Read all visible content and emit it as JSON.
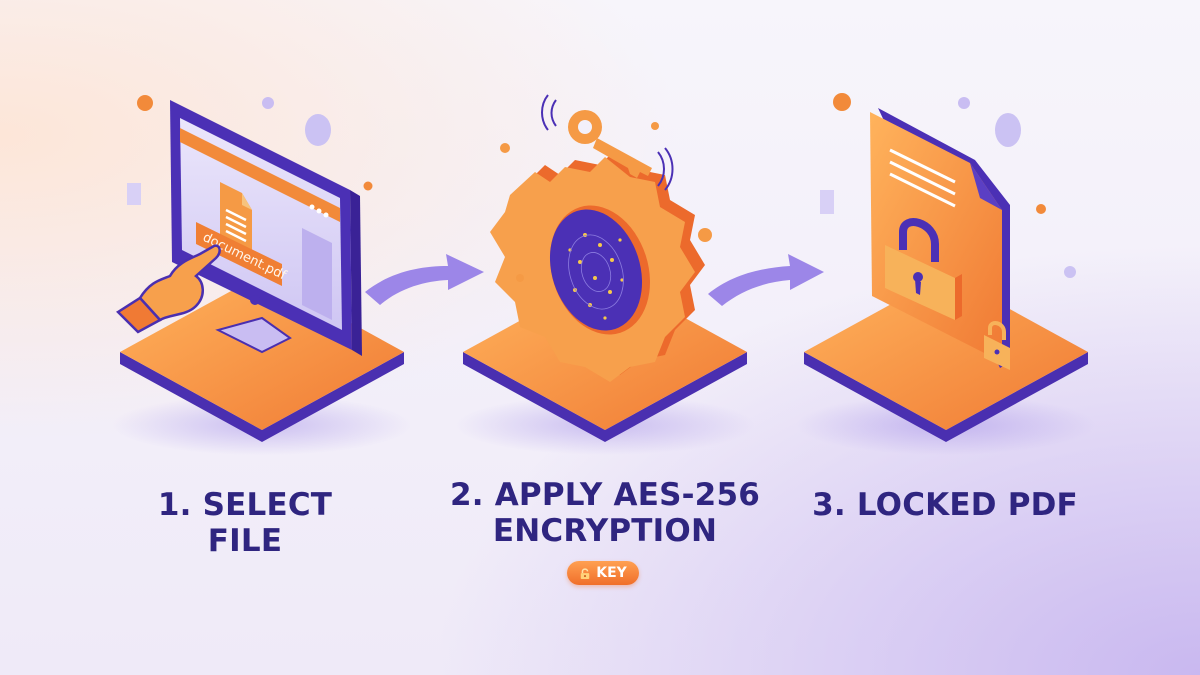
{
  "steps": [
    {
      "number": "1.",
      "title": "SELECT FILE",
      "label": "1. SELECT FILE",
      "illustration": "monitor-with-pointing-hand",
      "file_name": "document.pdf"
    },
    {
      "number": "2.",
      "title": "APPLY AES-256 ENCRYPTION",
      "label_line1": "2. APPLY AES-256",
      "label_line2": "ENCRYPTION",
      "illustration": "gear-with-key",
      "badge": {
        "icon": "lock-icon",
        "text": "KEY"
      }
    },
    {
      "number": "3.",
      "title": "LOCKED PDF",
      "label": "3. LOCKED PDF",
      "illustration": "document-with-padlock"
    }
  ],
  "arrows": [
    "arrow-step1-to-step2",
    "arrow-step2-to-step3"
  ],
  "colors": {
    "orange": "#f59a45",
    "orange_dark": "#ec6a2c",
    "purple": "#4b30b5",
    "purple_light": "#b6a8ee",
    "text": "#2f2580",
    "background": "#f3f0fa"
  }
}
